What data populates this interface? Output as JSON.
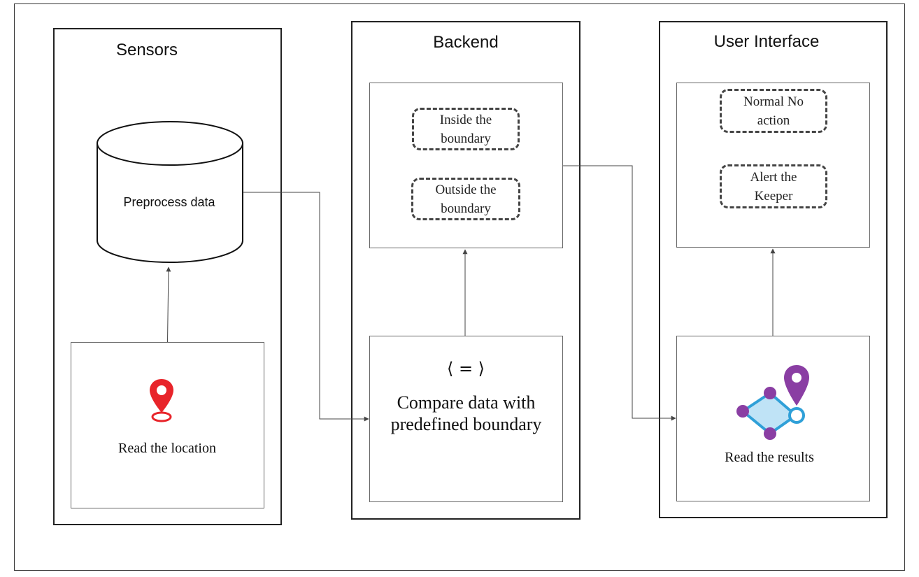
{
  "sections": {
    "sensors": {
      "title": "Sensors",
      "database_label": "Preprocess data",
      "location_label": "Read the location"
    },
    "backend": {
      "title": "Backend",
      "result_options": [
        "Inside the boundary",
        "Outside the boundary"
      ],
      "compare_symbol": "⟨ = ⟩",
      "compare_label": "Compare data with predefined boundary"
    },
    "user_interface": {
      "title": "User Interface",
      "actions": [
        "Normal No action",
        "Alert the Keeper"
      ],
      "results_label": "Read the results"
    }
  },
  "icons": {
    "location": "map-pin-icon",
    "results": "geofence-map-pin-icon",
    "compare": "compare-code-icon",
    "database": "database-cylinder-icon"
  },
  "colors": {
    "location_pin": "#e8242a",
    "geofence_pin": "#8a3ea3",
    "geofence_fill": "#bfe3f6",
    "geofence_stroke": "#2fa0d8",
    "border": "#222222",
    "connector": "#444444"
  }
}
